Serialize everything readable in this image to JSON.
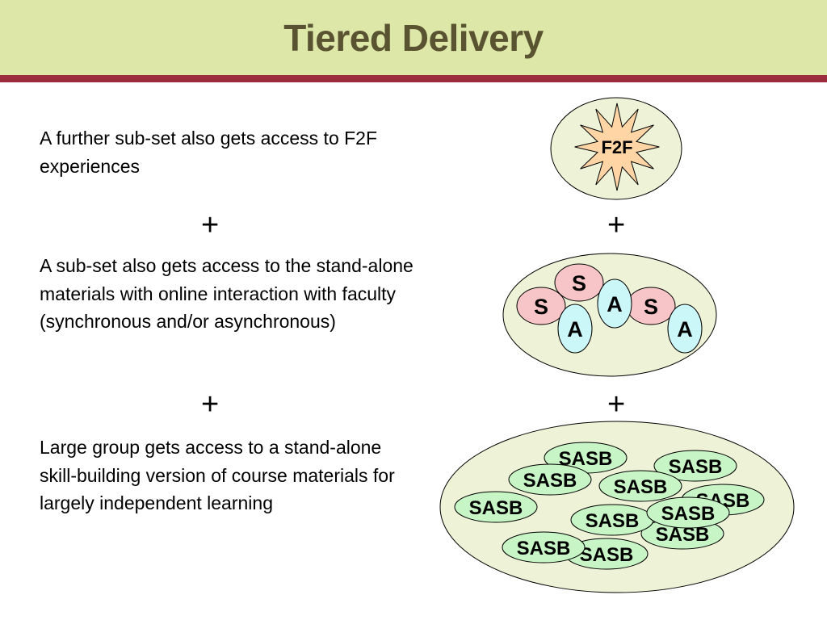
{
  "title": "Tiered Delivery",
  "tiers": [
    {
      "text": "A further sub-set also gets access to F2F experiences"
    },
    {
      "text": "A sub-set also gets access to the stand-alone materials with online interaction with faculty (synchronous and/or asynchronous)"
    },
    {
      "text": "Large group gets access to a stand-alone skill-building version of course materials for largely independent learning"
    }
  ],
  "plus_symbol": "+",
  "diagram": {
    "f2f_label": "F2F",
    "s_label": "S",
    "a_label": "A",
    "sasb_label": "SASB"
  },
  "colors": {
    "title_bar": "#dde8a8",
    "title_text": "#5a5332",
    "title_rule": "#9b2d3e",
    "group_fill": "#eef2d6",
    "star_fill": "#ffd5a6",
    "s_fill": "#f7c5c8",
    "a_fill": "#ccf7f8",
    "sasb_fill": "#c8f5c6"
  }
}
